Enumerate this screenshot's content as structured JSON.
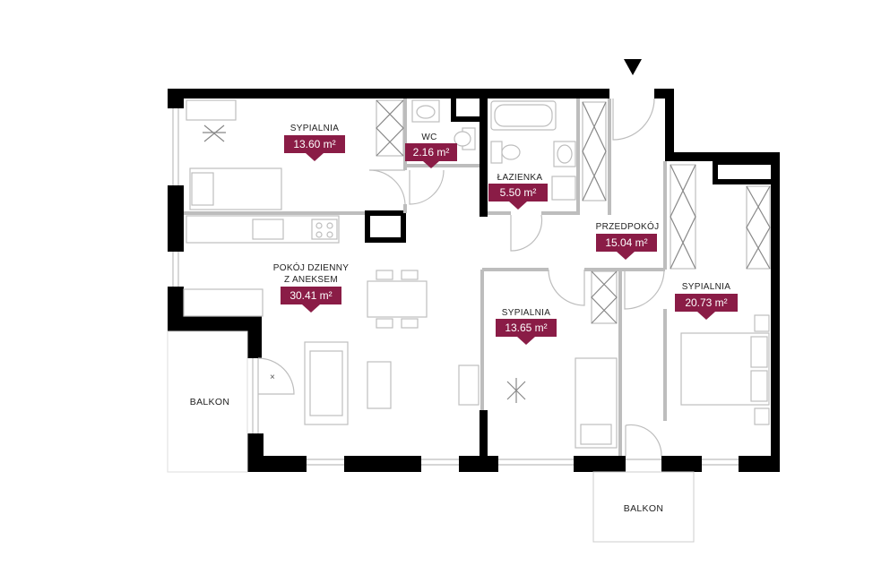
{
  "rooms": [
    {
      "name": "SYPIALNIA",
      "area": "13.60 m²"
    },
    {
      "name": "WC",
      "area": "2.16 m²"
    },
    {
      "name": "ŁAZIENKA",
      "area": "5.50 m²"
    },
    {
      "name": "PRZEDPOKÓJ",
      "area": "15.04 m²"
    },
    {
      "name_line1": "POKÓJ DZIENNY",
      "name_line2": "Z ANEKSEM",
      "area": "30.41 m²"
    },
    {
      "name": "SYPIALNIA",
      "area": "13.65 m²"
    },
    {
      "name": "SYPIALNIA",
      "area": "20.73 m²"
    }
  ],
  "balconies": [
    {
      "name": "BALKON"
    },
    {
      "name": "BALKON"
    }
  ],
  "colors": {
    "area_badge": "#8a1c46",
    "wall": "#000000",
    "partition": "#bdbdbd"
  },
  "icons": [
    "entrance-arrow-icon"
  ]
}
